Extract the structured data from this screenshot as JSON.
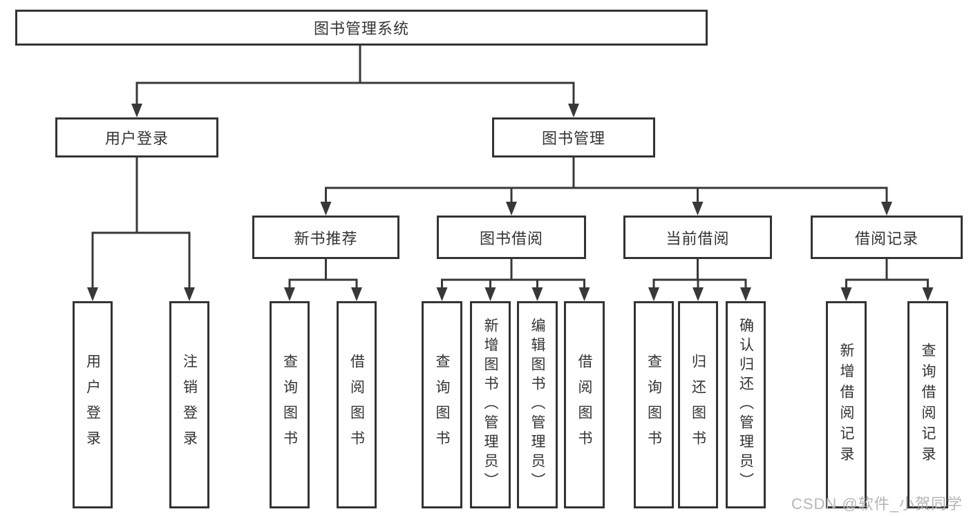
{
  "style": {
    "line_color": "#383838",
    "box_border_color": "#333333",
    "text_color": "#333333",
    "watermark_color": "#b5b5b5"
  },
  "diagram": {
    "root": {
      "label": "图书管理系统",
      "children": [
        {
          "label": "用户登录",
          "children": [
            {
              "label": "用户登录"
            },
            {
              "label": "注销登录"
            }
          ]
        },
        {
          "label": "图书管理",
          "children": [
            {
              "label": "新书推荐",
              "children": [
                {
                  "label": "查询图书"
                },
                {
                  "label": "借阅图书"
                }
              ]
            },
            {
              "label": "图书借阅",
              "children": [
                {
                  "label": "查询图书"
                },
                {
                  "label": "新增图书（管理员）"
                },
                {
                  "label": "编辑图书（管理员）"
                },
                {
                  "label": "借阅图书"
                }
              ]
            },
            {
              "label": "当前借阅",
              "children": [
                {
                  "label": "查询图书"
                },
                {
                  "label": "归还图书"
                },
                {
                  "label": "确认归还（管理员）"
                }
              ]
            },
            {
              "label": "借阅记录",
              "children": [
                {
                  "label": "新增借阅记录"
                },
                {
                  "label": "查询借阅记录"
                }
              ]
            }
          ]
        }
      ]
    }
  },
  "watermark": {
    "text": "CSDN @软件_小贺同学"
  }
}
